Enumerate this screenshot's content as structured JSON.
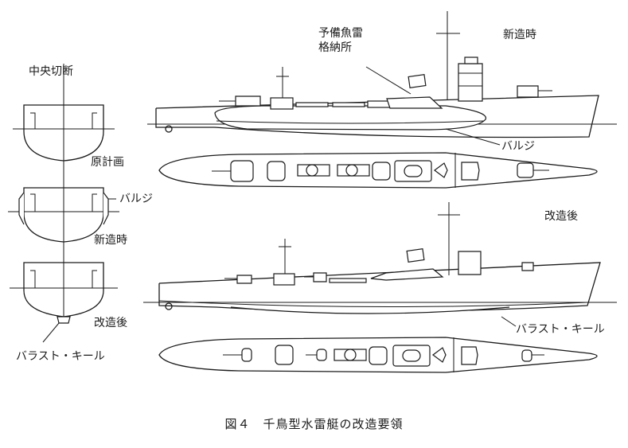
{
  "labels": {
    "section_title": "中央切断",
    "original_plan": "原計画",
    "bulge_side": "バルジ",
    "as_built_side": "新造時",
    "modified_side": "改造後",
    "ballast_keel_side": "バラスト・キール",
    "spare_torpedo_line1": "予備魚雷",
    "spare_torpedo_line2": "格納所",
    "as_built_top": "新造時",
    "bulge_top": "バルジ",
    "modified_top": "改造後",
    "ballast_keel_bottom": "バラスト・キール"
  },
  "caption": "図４　千鳥型水雷艇の改造要領"
}
